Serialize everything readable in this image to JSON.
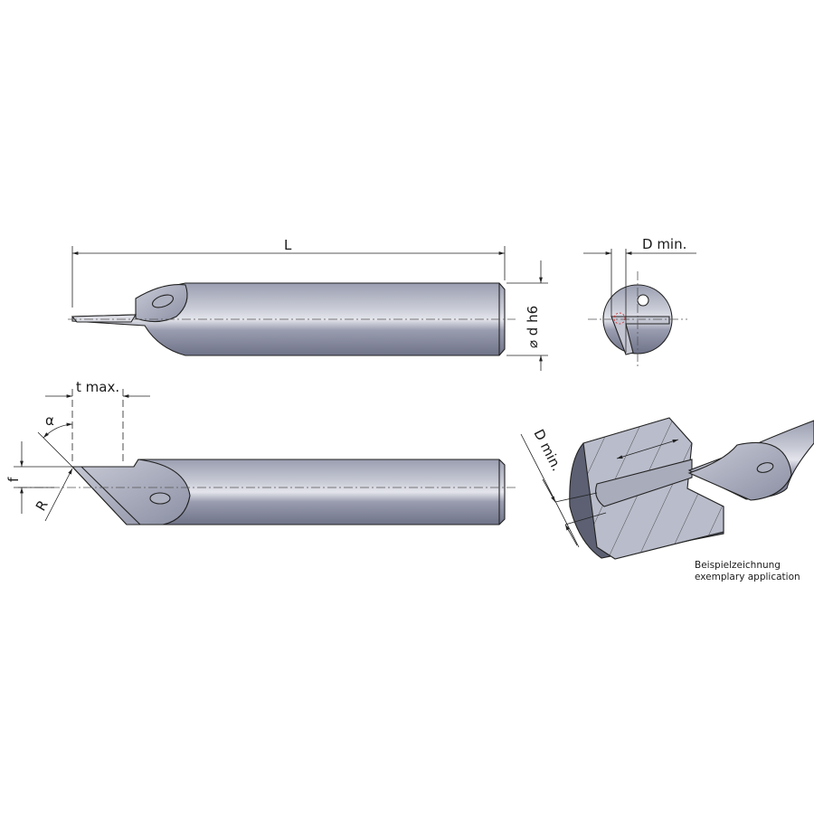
{
  "drawing": {
    "labels": {
      "length": "L",
      "shank_diameter": "⌀ d h6",
      "min_bore_end_view": "D min.",
      "max_depth": "t max.",
      "angle": "α",
      "offset": "f",
      "radius": "R",
      "min_bore_iso": "D min."
    },
    "caption": {
      "line1": "Beispielzeichnung",
      "line2": "exemplary application"
    },
    "colors": {
      "tool_dark": "#7d8196",
      "tool_light": "#d7d9e2",
      "section": "#b9bcca"
    }
  }
}
